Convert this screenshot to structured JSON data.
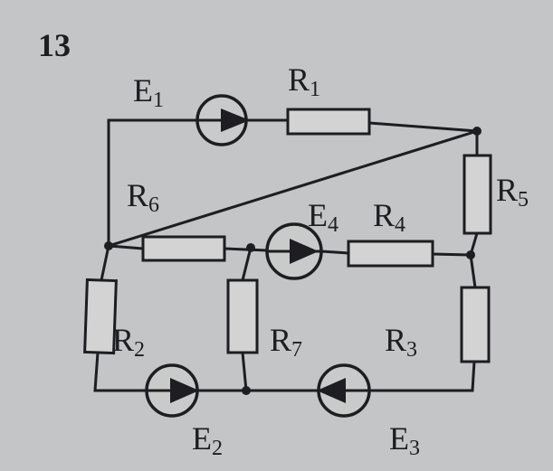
{
  "problem_number": "13",
  "labels": {
    "E1": {
      "main": "E",
      "sub": "1"
    },
    "R1": {
      "main": "R",
      "sub": "1"
    },
    "R6": {
      "main": "R",
      "sub": "6"
    },
    "E4": {
      "main": "E",
      "sub": "4"
    },
    "R4": {
      "main": "R",
      "sub": "4"
    },
    "R5": {
      "main": "R",
      "sub": "5"
    },
    "R2": {
      "main": "R",
      "sub": "2"
    },
    "R7": {
      "main": "R",
      "sub": "7"
    },
    "R3": {
      "main": "R",
      "sub": "3"
    },
    "E2": {
      "main": "E",
      "sub": "2"
    },
    "E3": {
      "main": "E",
      "sub": "3"
    }
  },
  "colors": {
    "ink": "#1d1d22",
    "paper": "#c3c5c6"
  }
}
